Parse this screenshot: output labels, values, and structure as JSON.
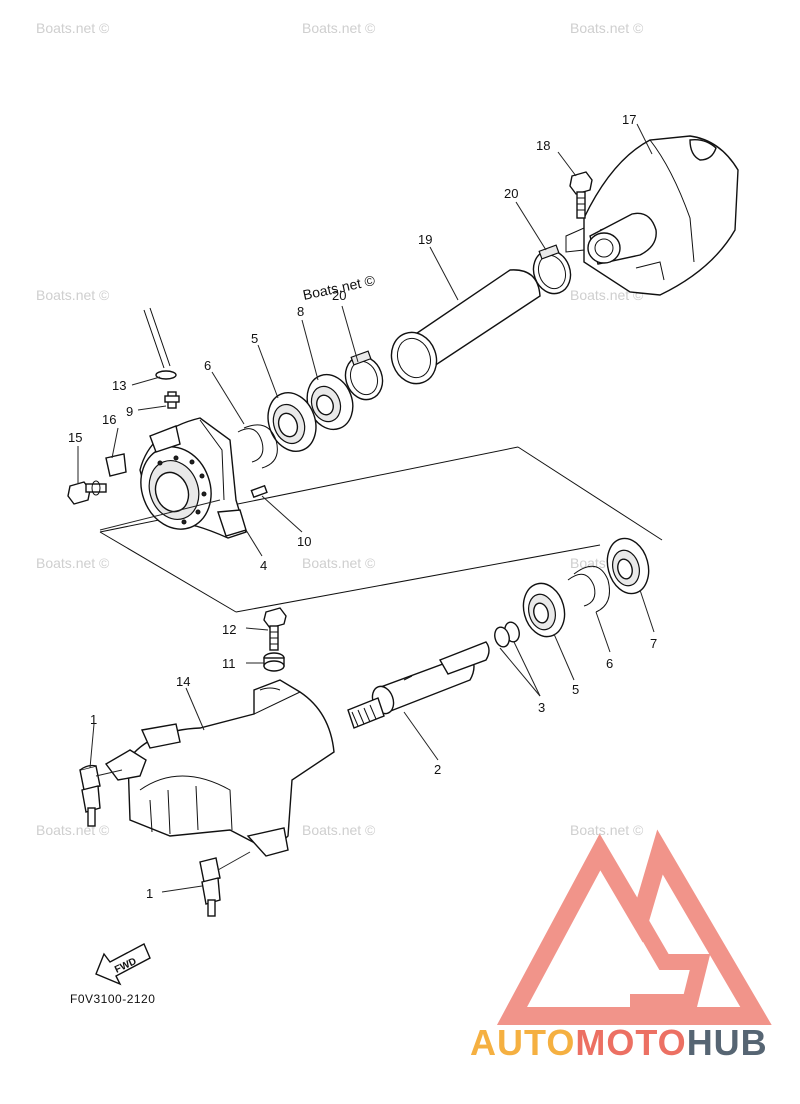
{
  "diagram": {
    "code": "F0V3100-2120",
    "fwd_label": "FWD",
    "callouts": {
      "c1a": "1",
      "c1b": "1",
      "c2": "2",
      "c3": "3",
      "c4": "4",
      "c5a": "5",
      "c5b": "5",
      "c6a": "6",
      "c6b": "6",
      "c7": "7",
      "c8": "8",
      "c9": "9",
      "c10": "10",
      "c11": "11",
      "c12": "12",
      "c13": "13",
      "c14": "14",
      "c15": "15",
      "c16": "16",
      "c17": "17",
      "c18": "18",
      "c19": "19",
      "c20a": "20",
      "c20b": "20"
    }
  },
  "watermarks": {
    "text": "Boats.net ©",
    "inline_label": "Boats.net ©"
  },
  "logo": {
    "part1": "AUTO",
    "part2": "MOTO",
    "part3": "HUB",
    "colors": {
      "auto": "#f5b041",
      "moto": "#ec7063",
      "hub": "#566573",
      "mark": "#f1948a"
    }
  }
}
